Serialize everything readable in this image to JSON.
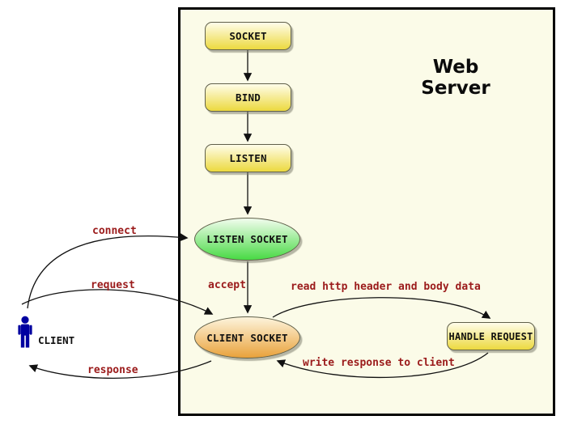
{
  "diagram": {
    "title": "Web Server",
    "nodes": {
      "socket": "SOCKET",
      "bind": "BIND",
      "listen": "LISTEN",
      "listen_socket": "LISTEN SOCKET",
      "client_socket": "CLIENT SOCKET",
      "handle_request": "HANDLE REQUEST",
      "client": "CLIENT"
    },
    "edge_labels": {
      "connect": "connect",
      "request": "request",
      "response": "response",
      "accept": "accept",
      "read": "read http header and body data",
      "write": "write response to client"
    },
    "colors": {
      "server_bg": "#fbfbe8",
      "node_yellow_top": "#fffdea",
      "node_yellow_bottom": "#ecd93f",
      "ellipse_green_top": "#f2fdee",
      "ellipse_green_bottom": "#48da44",
      "ellipse_orange_top": "#fdf4dc",
      "ellipse_orange_bottom": "#e9a23b",
      "label": "#9b1b1b",
      "person": "#0000a0"
    }
  }
}
